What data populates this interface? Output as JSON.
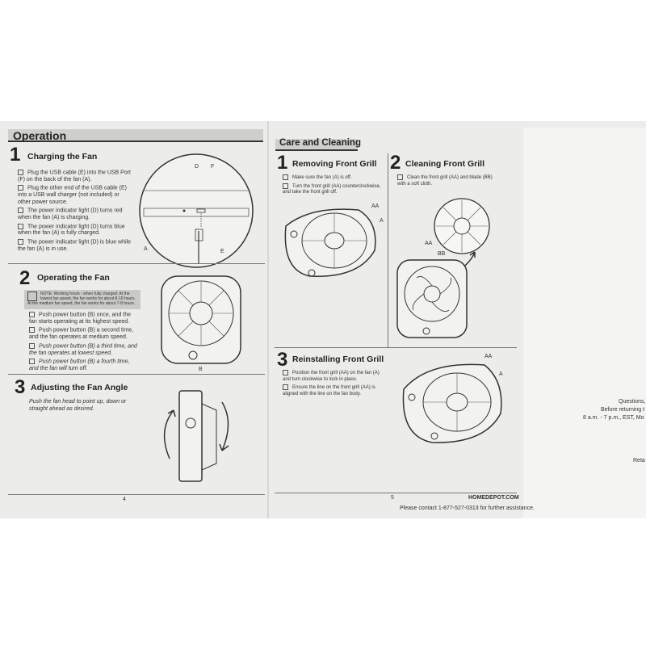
{
  "left_page": {
    "section_title": "Operation",
    "page_number": "4",
    "steps": [
      {
        "number": "1",
        "title": "Charging the Fan",
        "bullets": [
          "Plug the USB cable (E) into the USB Port (F) on the back of the fan (A).",
          "Plug the other end of the USB cable (E) into a USB wall charger (not included) or other power source.",
          "The power indicator light (D) turns red when the fan (A) is charging.",
          "The power indicator light (D) turns blue when the fan (A) is fully charged.",
          "The power indicator light (D) is blue while the fan (A) is in use."
        ],
        "labels": [
          "D",
          "F",
          "A",
          "E"
        ]
      },
      {
        "number": "2",
        "title": "Operating the Fan",
        "note": "NOTE: Working hours - when fully charged: At the lowest fan speed, the fan works for about 8-10 hours. At the medium fan speed, the fan works for about 7-8 hours.",
        "bullets": [
          "Push power button (B) once, and the fan starts operating at its highest speed.",
          "Push power button (B) a second time, and the fan operates at medium speed.",
          "Push power button (B) a third time, and the fan operates at lowest speed.",
          "Push power button (B) a fourth time, and the fan will turn off."
        ],
        "labels": [
          "B"
        ]
      },
      {
        "number": "3",
        "title": "Adjusting the Fan Angle",
        "bullets": [
          "Push the fan head to point up, down or straight ahead as desired."
        ]
      }
    ]
  },
  "right_page": {
    "section_title": "Care and Cleaning",
    "page_number": "5",
    "site": "HOMEDEPOT.COM",
    "contact": "Please contact 1-877-527-0313 for further assistance.",
    "steps": [
      {
        "number": "1",
        "title": "Removing Front Grill",
        "bullets": [
          "Make sure the fan (A) is off.",
          "Turn the front grill (AA) counterclockwise, and take the front grill off."
        ],
        "labels": [
          "AA",
          "A"
        ]
      },
      {
        "number": "2",
        "title": "Cleaning Front Grill",
        "bullets": [
          "Clean the front grill (AA) and blade (BB) with a soft cloth."
        ],
        "labels": [
          "AA",
          "BB"
        ]
      },
      {
        "number": "3",
        "title": "Reinstalling Front Grill",
        "bullets": [
          "Position the front grill (AA) on the fan (A) and turn clockwise to lock in place.",
          "Ensure the line on the front grill (AA) is aligned with the line on the fan body."
        ],
        "labels": [
          "AA",
          "A"
        ]
      }
    ]
  },
  "far_right": {
    "lines": [
      "Questions,",
      "Before returning t",
      "8 a.m. - 7 p.m., EST, Mo",
      "Reta"
    ]
  }
}
